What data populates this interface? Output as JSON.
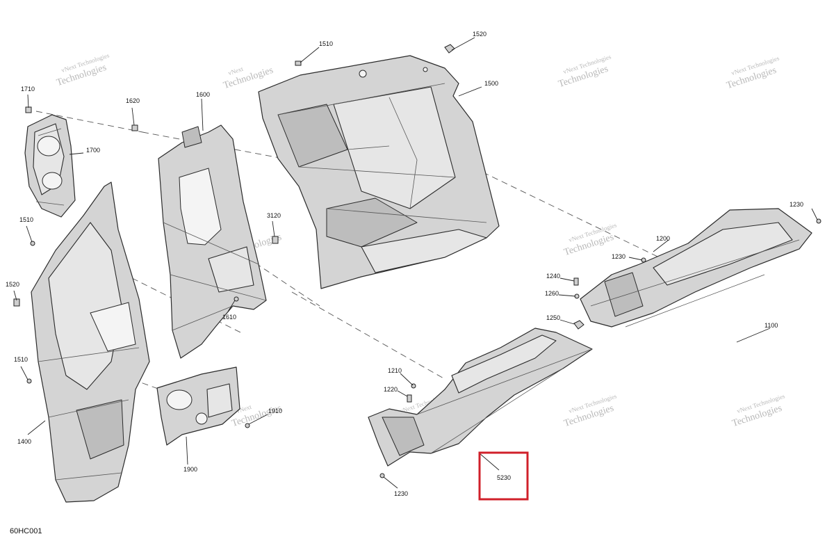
{
  "diagram_code": "60HC001",
  "watermark": {
    "line1": "vNext",
    "line2": "Technologies",
    "line_full": "vNext Technologies"
  },
  "callouts": {
    "c1510_top": "1510",
    "c1520_top": "1520",
    "c1500": "1500",
    "c1710": "1710",
    "c1700": "1700",
    "c1620": "1620",
    "c1600": "1600",
    "c1510_left": "1510",
    "c1520_left": "1520",
    "c1510_low": "1510",
    "c1400": "1400",
    "c3120": "3120",
    "c1610": "1610",
    "c1900": "1900",
    "c1910": "1910",
    "c1230_right": "1230",
    "c1200": "1200",
    "c1230_mid": "1230",
    "c1240": "1240",
    "c1260": "1260",
    "c1250": "1250",
    "c1100": "1100",
    "c1210": "1210",
    "c1220": "1220",
    "c1230_bottom": "1230",
    "c5230": "5230"
  },
  "highlight_color": "#d0202a"
}
